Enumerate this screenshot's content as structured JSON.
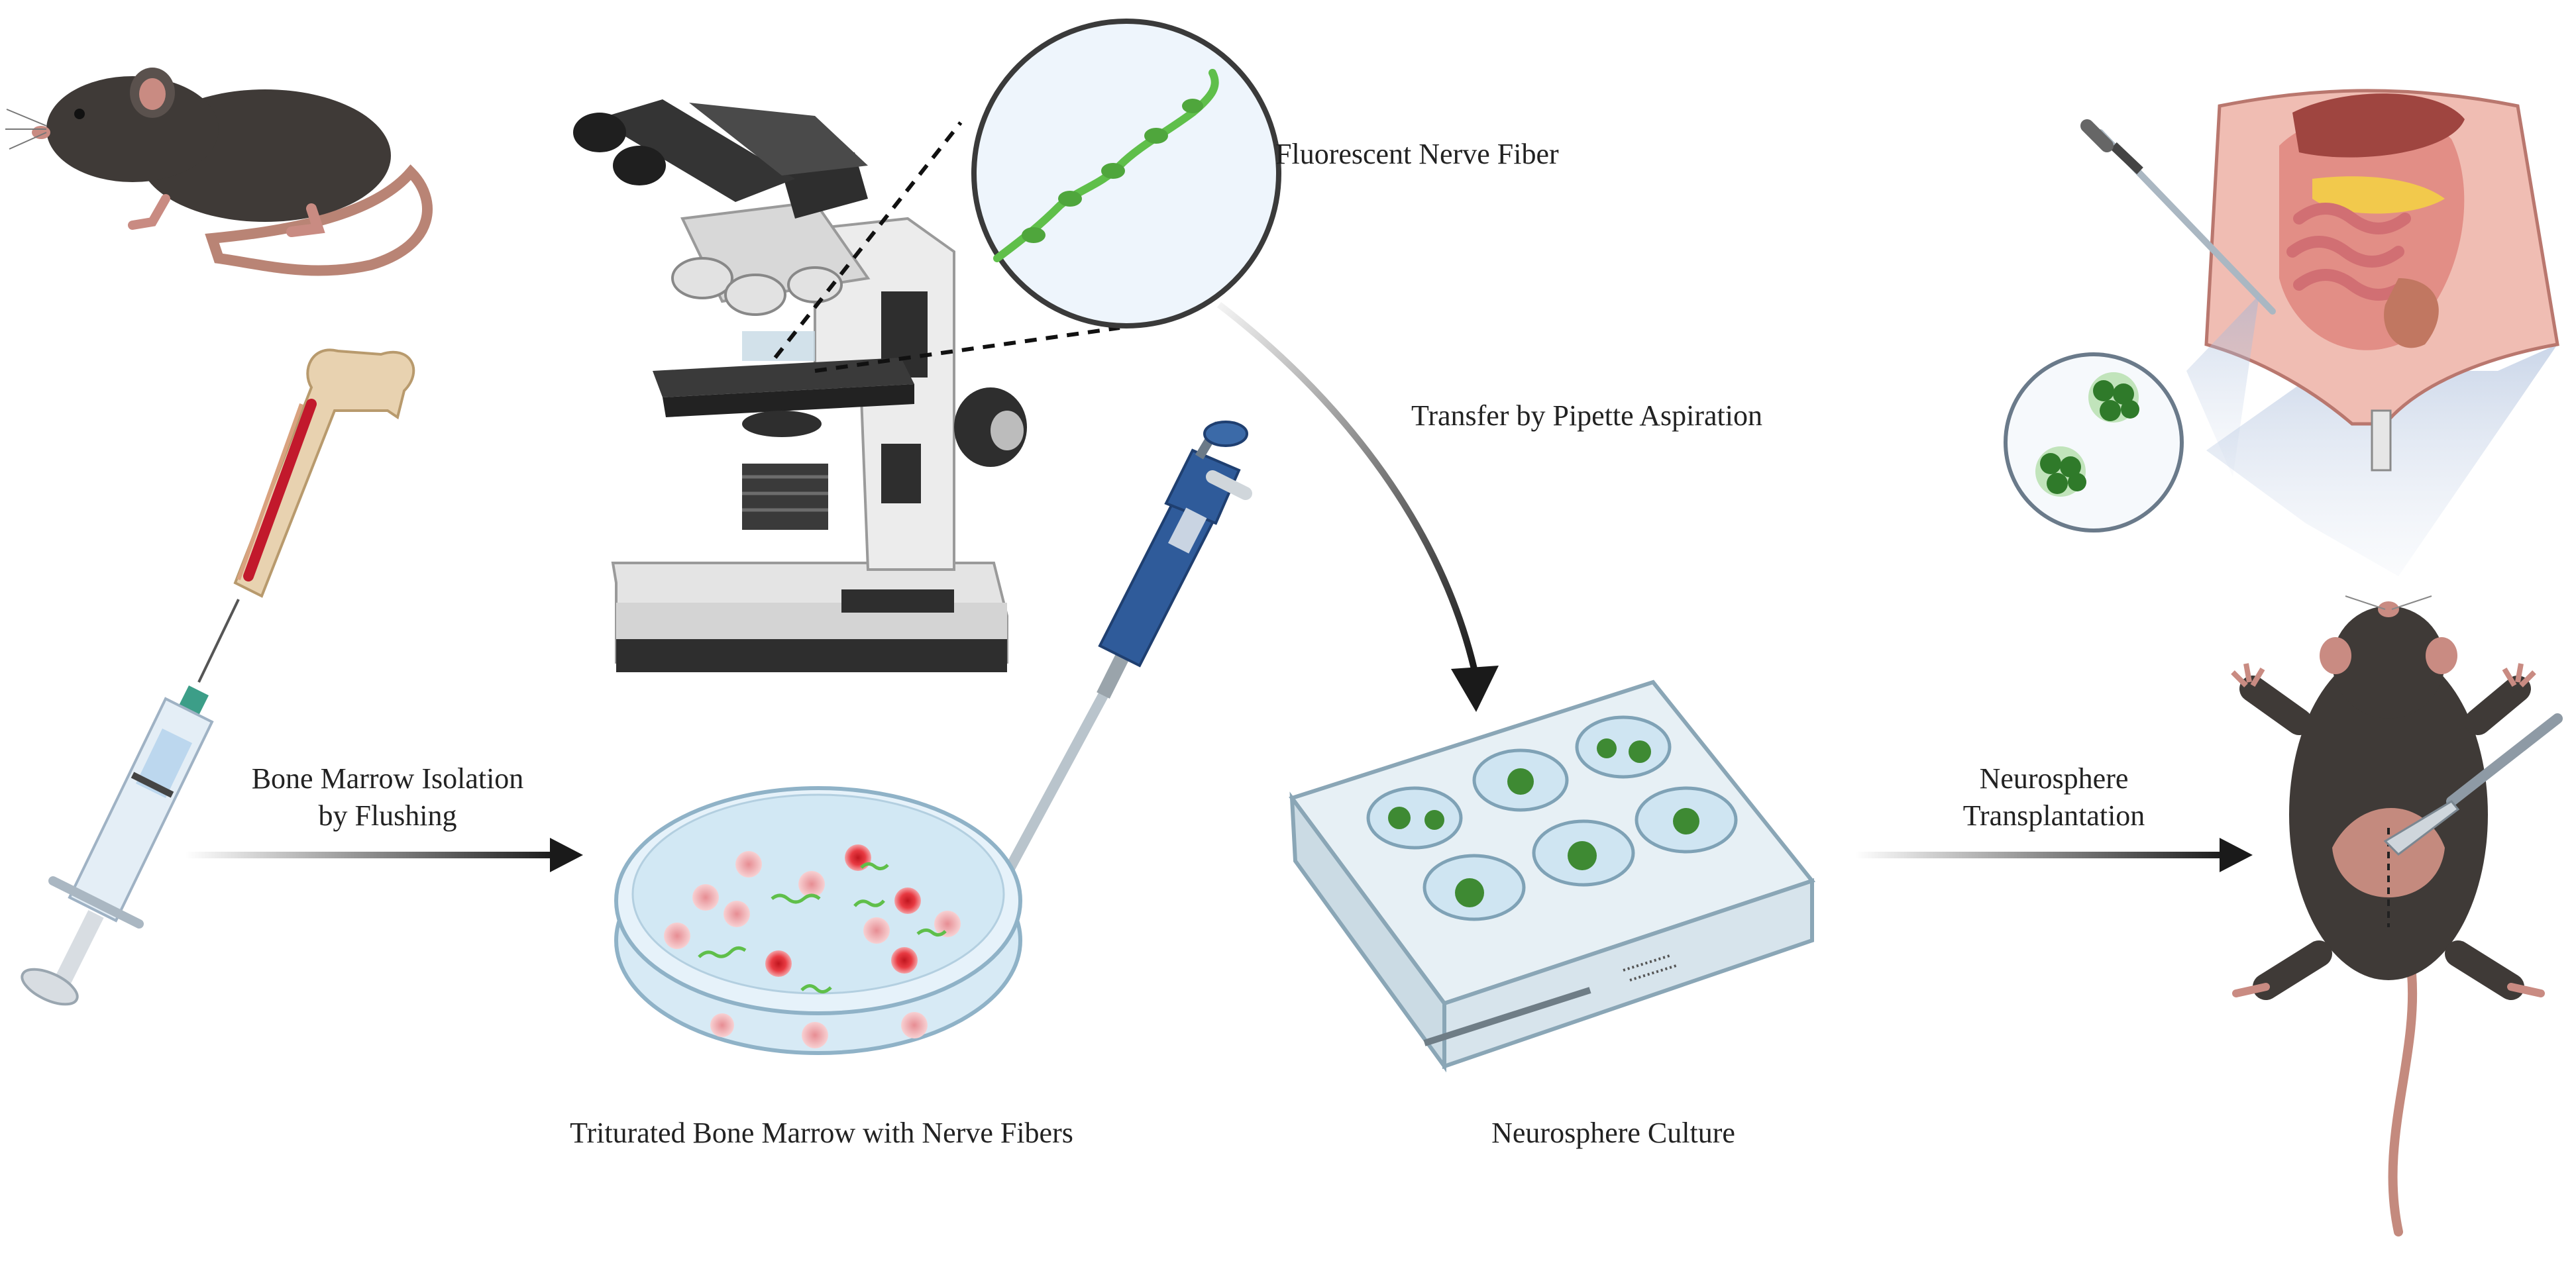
{
  "labels": {
    "fluorescent_nerve_fiber": "Fluorescent Nerve Fiber",
    "transfer": "Transfer by Pipette Aspiration",
    "bone_marrow_line1": "Bone Marrow Isolation",
    "bone_marrow_line2": "by Flushing",
    "triturated": "Triturated Bone Marrow with Nerve Fibers",
    "neurosphere_culture": "Neurosphere Culture",
    "transplant_line1": "Neurosphere",
    "transplant_line2": "Transplantation"
  },
  "icons": [
    "mouse-icon",
    "femur-bone-icon",
    "syringe-icon",
    "microscope-icon",
    "magnified-nerve-fiber-icon",
    "pipette-icon",
    "petri-dish-icon",
    "well-plate-icon",
    "open-abdomen-icon",
    "neurosphere-magnified-icon",
    "mouse-supine-icon",
    "scalpel-icon"
  ],
  "colors": {
    "mouse_fur": "#3f3a37",
    "mouse_skin": "#d99a8e",
    "nerve_green": "#5fbf4a",
    "cell_red": "#e02b35",
    "dish_blue": "#d7eaf5",
    "pipette_blue": "#2f5b9a",
    "arrow": "#1a1a1a"
  }
}
